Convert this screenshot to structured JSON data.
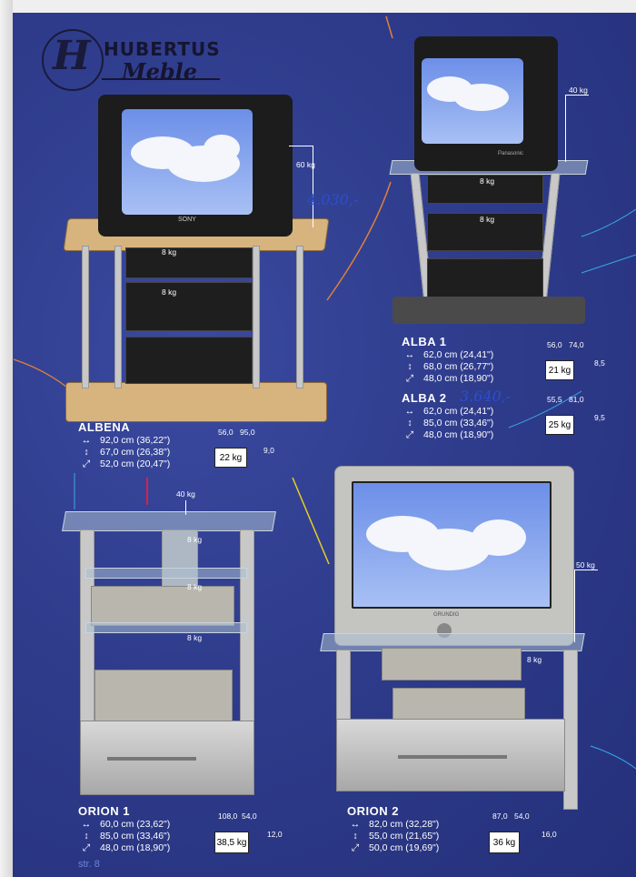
{
  "brand": {
    "letter": "H",
    "name": "HUBERTUS",
    "sub": "Meble"
  },
  "albena": {
    "title": "ALBENA",
    "dims": [
      "92,0 cm (36,22\")",
      "67,0 cm (26,38\")",
      "52,0 cm (20,47\")"
    ],
    "box": {
      "weight": "22 kg",
      "w": "56,0",
      "d": "95,0",
      "h": "9,0"
    },
    "loads": {
      "top": "60 kg",
      "s1": "8 kg",
      "s2": "8 kg"
    },
    "handwritten": "4.030,-"
  },
  "alba1": {
    "title": "ALBA 1",
    "dims": [
      "62,0 cm (24,41\")",
      "68,0 cm (26,77\")",
      "48,0 cm (18,90\")"
    ],
    "box": {
      "weight": "21 kg",
      "w": "56,0",
      "d": "74,0",
      "h": "8,5"
    },
    "loads": {
      "top": "40 kg",
      "s1": "8 kg",
      "s2": "8 kg"
    }
  },
  "alba2": {
    "title": "ALBA 2",
    "dims": [
      "62,0 cm (24,41\")",
      "85,0 cm (33,46\")",
      "48,0 cm (18,90\")"
    ],
    "box": {
      "weight": "25 kg",
      "w": "55,5",
      "d": "81,0",
      "h": "9,5"
    },
    "handwritten": "3.640,-"
  },
  "orion1": {
    "title": "ORION 1",
    "dims": [
      "60,0 cm (23,62\")",
      "85,0 cm (33,46\")",
      "48,0 cm (18,90\")"
    ],
    "box": {
      "weight": "38,5 kg",
      "w": "108,0",
      "d": "54,0",
      "h": "12,0"
    },
    "loads": {
      "top": "40 kg",
      "s1": "8 kg",
      "s2": "8 kg",
      "s3": "8 kg"
    }
  },
  "orion2": {
    "title": "ORION 2",
    "dims": [
      "82,0 cm (32,28\")",
      "55,0 cm (21,65\")",
      "50,0 cm (19,69\")"
    ],
    "box": {
      "weight": "36 kg",
      "w": "87,0",
      "d": "54,0",
      "h": "16,0"
    },
    "loads": {
      "top": "50 kg",
      "s1": "8 kg"
    }
  },
  "icons": {
    "width": "arrow-horizontal-icon",
    "height": "arrow-vertical-icon",
    "depth": "arrow-diagonal-icon"
  },
  "footer": "str. 8",
  "tvbrands": {
    "sony": "SONY",
    "panasonic": "Panasonic",
    "grundig": "GRUNDIG"
  }
}
